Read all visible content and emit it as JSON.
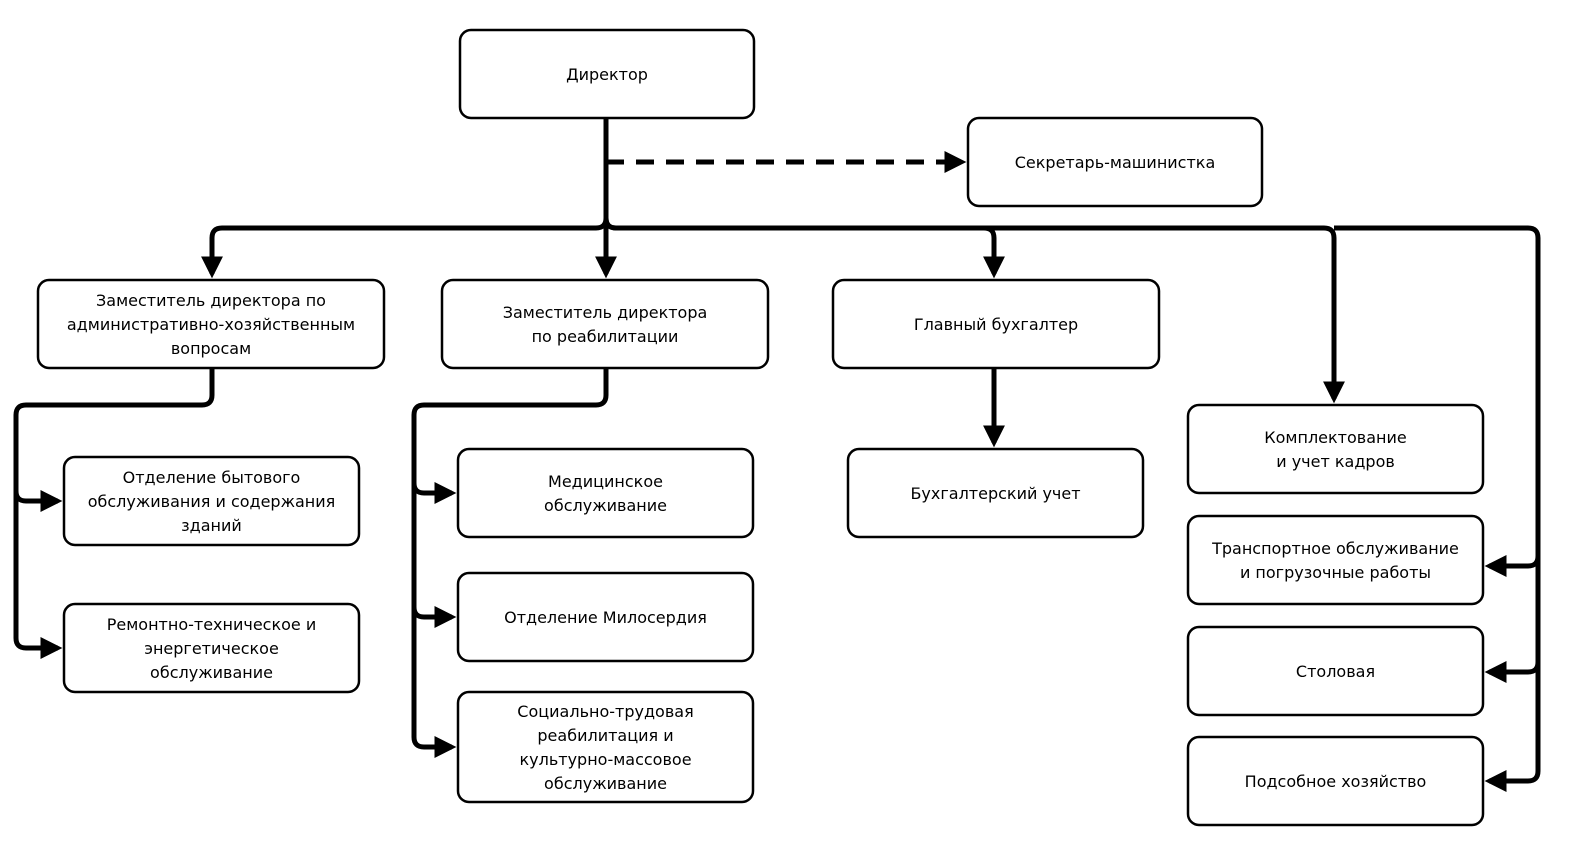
{
  "diagram": {
    "nodes": {
      "director": [
        "Директор"
      ],
      "secretary": [
        "Секретарь-машинистка"
      ],
      "deputy_admin": [
        "Заместитель директора по",
        "административно-хозяйственным",
        "вопросам"
      ],
      "deputy_rehab": [
        "Заместитель директора",
        "по реабилитации"
      ],
      "chief_accountant": [
        "Главный бухгалтер"
      ],
      "household_dept": [
        "Отделение бытового",
        "обслуживания и содержания",
        "зданий"
      ],
      "repair_energy": [
        "Ремонтно-техническое и",
        "энергетическое",
        "обслуживание"
      ],
      "medical": [
        "Медицинское",
        "обслуживание"
      ],
      "mercy_dept": [
        "Отделение Милосердия"
      ],
      "social_labor": [
        "Социально-трудовая",
        "реабилитация и",
        "культурно-массовое",
        "обслуживание"
      ],
      "accounting": [
        "Бухгалтерский учет"
      ],
      "staffing": [
        "Комплектование",
        "и учет кадров"
      ],
      "transport": [
        "Транспортное обслуживание",
        "и погрузочные работы"
      ],
      "canteen": [
        "Столовая"
      ],
      "farm": [
        "Подсобное хозяйство"
      ]
    },
    "edges": [
      {
        "from": "director",
        "to": "secretary",
        "style": "dashed"
      },
      {
        "from": "director",
        "to": "deputy_admin",
        "style": "solid"
      },
      {
        "from": "director",
        "to": "deputy_rehab",
        "style": "solid"
      },
      {
        "from": "director",
        "to": "chief_accountant",
        "style": "solid"
      },
      {
        "from": "director",
        "to": "staffing",
        "style": "solid"
      },
      {
        "from": "director",
        "to": "transport",
        "style": "solid"
      },
      {
        "from": "director",
        "to": "canteen",
        "style": "solid"
      },
      {
        "from": "director",
        "to": "farm",
        "style": "solid"
      },
      {
        "from": "deputy_admin",
        "to": "household_dept",
        "style": "solid"
      },
      {
        "from": "deputy_admin",
        "to": "repair_energy",
        "style": "solid"
      },
      {
        "from": "deputy_rehab",
        "to": "medical",
        "style": "solid"
      },
      {
        "from": "deputy_rehab",
        "to": "mercy_dept",
        "style": "solid"
      },
      {
        "from": "deputy_rehab",
        "to": "social_labor",
        "style": "solid"
      },
      {
        "from": "chief_accountant",
        "to": "accounting",
        "style": "solid"
      }
    ],
    "colors": {
      "line": "#000000",
      "box_fill": "#ffffff",
      "text": "#000000"
    }
  }
}
